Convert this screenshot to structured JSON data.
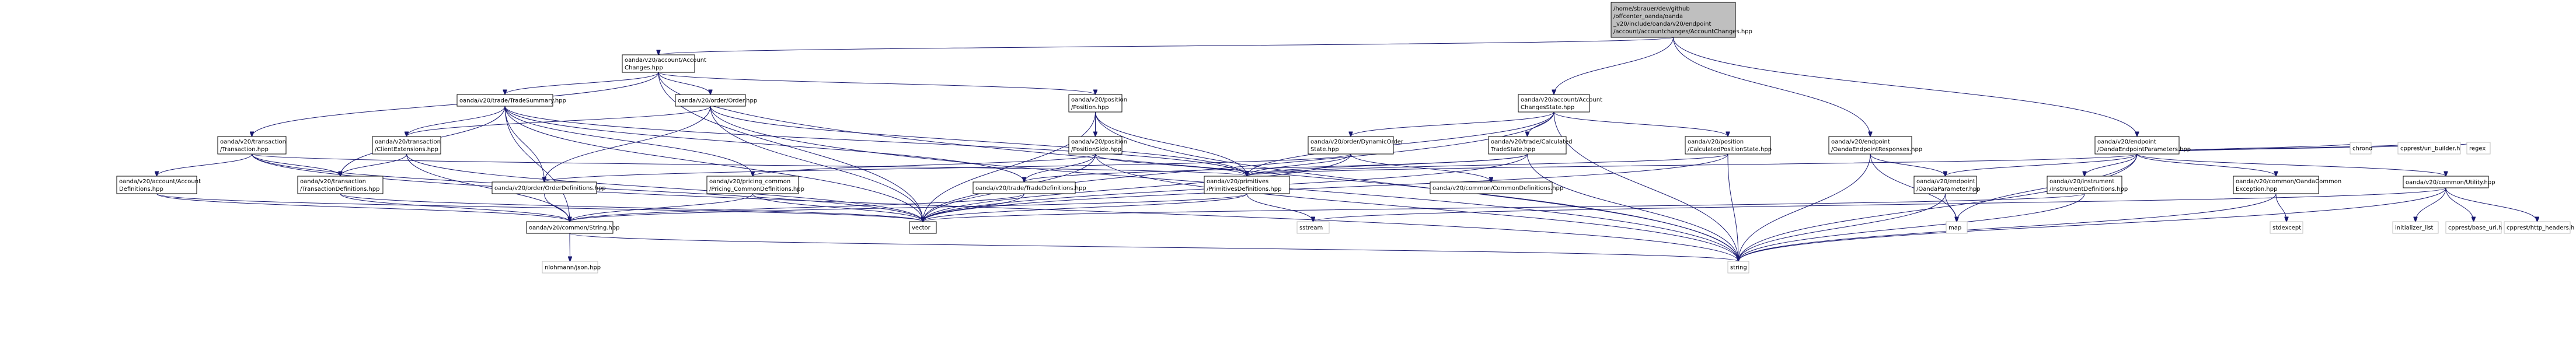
{
  "diagram": {
    "nodes": {
      "root": [
        "/home/sbrauer/dev/github",
        "/offcenter_oanda/oanda",
        "_v20/include/oanda/v20/endpoint",
        "/account/accountchanges/AccountChanges.hpp"
      ],
      "accountChanges": [
        "oanda/v20/account/Account",
        "Changes.hpp"
      ],
      "accountChangesState": [
        "oanda/v20/account/Account",
        "ChangesState.hpp"
      ],
      "endpointResponses": [
        "oanda/v20/endpoint",
        "/OandaEndpointResponses.hpp"
      ],
      "endpointParameters": [
        "oanda/v20/endpoint",
        "/OandaEndpointParameters.hpp"
      ],
      "tradeSummary": [
        "oanda/v20/trade/TradeSummary.hpp"
      ],
      "order": [
        "oanda/v20/order/Order.hpp"
      ],
      "position": [
        "oanda/v20/position",
        "/Position.hpp"
      ],
      "transaction": [
        "oanda/v20/transaction",
        "/Transaction.hpp"
      ],
      "clientExtensions": [
        "oanda/v20/transaction",
        "/ClientExtensions.hpp"
      ],
      "positionSide": [
        "oanda/v20/position",
        "/PositionSide.hpp"
      ],
      "dynamicOrderState": [
        "oanda/v20/order/DynamicOrder",
        "State.hpp"
      ],
      "calculatedTradeState": [
        "oanda/v20/trade/Calculated",
        "TradeState.hpp"
      ],
      "calculatedPositionState": [
        "oanda/v20/position",
        "/CalculatedPositionState.hpp"
      ],
      "accountDefinitions": [
        "oanda/v20/account/Account",
        "Definitions.hpp"
      ],
      "transactionDefinitions": [
        "oanda/v20/transaction",
        "/TransactionDefinitions.hpp"
      ],
      "orderDefinitions": [
        "oanda/v20/order/OrderDefinitions.hpp"
      ],
      "pricingCommon": [
        "oanda/v20/pricing_common",
        "/Pricing_CommonDefinitions.hpp"
      ],
      "tradeDefinitions": [
        "oanda/v20/trade/TradeDefinitions.hpp"
      ],
      "primitives": [
        "oanda/v20/primitives",
        "/PrimitivesDefinitions.hpp"
      ],
      "commonDefinitions": [
        "oanda/v20/common/CommonDefinitions.hpp"
      ],
      "oandaParameter": [
        "oanda/v20/endpoint",
        "/OandaParameter.hpp"
      ],
      "instrumentDefinitions": [
        "oanda/v20/instrument",
        "/InstrumentDefinitions.hpp"
      ],
      "commonException": [
        "oanda/v20/common/OandaCommon",
        "Exception.hpp"
      ],
      "utility": [
        "oanda/v20/common/Utility.hpp"
      ],
      "chrono": [
        "chrono"
      ],
      "uriBuilder": [
        "cpprest/uri_builder.h"
      ],
      "regex": [
        "regex"
      ],
      "stringHpp": [
        "oanda/v20/common/String.hpp"
      ],
      "vector": [
        "vector"
      ],
      "sstream": [
        "sstream"
      ],
      "map": [
        "map"
      ],
      "nlohmann": [
        "nlohmann/json.hpp"
      ],
      "string": [
        "string"
      ],
      "stdexcept": [
        "stdexcept"
      ],
      "initializerList": [
        "initializer_list"
      ],
      "baseUri": [
        "cpprest/base_uri.h"
      ],
      "httpHeaders": [
        "cpprest/http_headers.h"
      ]
    },
    "edges": [
      [
        "root",
        "accountChanges"
      ],
      [
        "root",
        "accountChangesState"
      ],
      [
        "root",
        "endpointResponses"
      ],
      [
        "root",
        "endpointParameters"
      ],
      [
        "accountChanges",
        "tradeSummary"
      ],
      [
        "accountChanges",
        "order"
      ],
      [
        "accountChanges",
        "position"
      ],
      [
        "accountChanges",
        "transaction"
      ],
      [
        "accountChanges",
        "vector"
      ],
      [
        "accountChanges",
        "string"
      ],
      [
        "tradeSummary",
        "clientExtensions"
      ],
      [
        "tradeSummary",
        "transactionDefinitions"
      ],
      [
        "tradeSummary",
        "orderDefinitions"
      ],
      [
        "tradeSummary",
        "pricingCommon"
      ],
      [
        "tradeSummary",
        "tradeDefinitions"
      ],
      [
        "tradeSummary",
        "primitives"
      ],
      [
        "tradeSummary",
        "stringHpp"
      ],
      [
        "tradeSummary",
        "vector"
      ],
      [
        "order",
        "clientExtensions"
      ],
      [
        "order",
        "orderDefinitions"
      ],
      [
        "order",
        "primitives"
      ],
      [
        "order",
        "vector"
      ],
      [
        "order",
        "string"
      ],
      [
        "position",
        "positionSide"
      ],
      [
        "position",
        "primitives"
      ],
      [
        "position",
        "vector"
      ],
      [
        "position",
        "string"
      ],
      [
        "transaction",
        "accountDefinitions"
      ],
      [
        "transaction",
        "transactionDefinitions"
      ],
      [
        "transaction",
        "primitives"
      ],
      [
        "transaction",
        "vector"
      ],
      [
        "transaction",
        "string"
      ],
      [
        "clientExtensions",
        "transactionDefinitions"
      ],
      [
        "clientExtensions",
        "stringHpp"
      ],
      [
        "clientExtensions",
        "vector"
      ],
      [
        "positionSide",
        "tradeDefinitions"
      ],
      [
        "positionSide",
        "pricingCommon"
      ],
      [
        "positionSide",
        "primitives"
      ],
      [
        "positionSide",
        "vector"
      ],
      [
        "positionSide",
        "string"
      ],
      [
        "accountChangesState",
        "dynamicOrderState"
      ],
      [
        "accountChangesState",
        "calculatedTradeState"
      ],
      [
        "accountChangesState",
        "calculatedPositionState"
      ],
      [
        "accountChangesState",
        "primitives"
      ],
      [
        "accountChangesState",
        "vector"
      ],
      [
        "accountChangesState",
        "string"
      ],
      [
        "dynamicOrderState",
        "orderDefinitions"
      ],
      [
        "dynamicOrderState",
        "primitives"
      ],
      [
        "dynamicOrderState",
        "commonDefinitions"
      ],
      [
        "dynamicOrderState",
        "vector"
      ],
      [
        "calculatedTradeState",
        "tradeDefinitions"
      ],
      [
        "calculatedTradeState",
        "primitives"
      ],
      [
        "calculatedTradeState",
        "vector"
      ],
      [
        "calculatedTradeState",
        "string"
      ],
      [
        "calculatedPositionState",
        "primitives"
      ],
      [
        "calculatedPositionState",
        "vector"
      ],
      [
        "calculatedPositionState",
        "string"
      ],
      [
        "accountDefinitions",
        "stringHpp"
      ],
      [
        "accountDefinitions",
        "vector"
      ],
      [
        "transactionDefinitions",
        "stringHpp"
      ],
      [
        "transactionDefinitions",
        "vector"
      ],
      [
        "orderDefinitions",
        "stringHpp"
      ],
      [
        "pricingCommon",
        "stringHpp"
      ],
      [
        "pricingCommon",
        "vector"
      ],
      [
        "tradeDefinitions",
        "stringHpp"
      ],
      [
        "tradeDefinitions",
        "vector"
      ],
      [
        "primitives",
        "stringHpp"
      ],
      [
        "primitives",
        "vector"
      ],
      [
        "primitives",
        "sstream"
      ],
      [
        "stringHpp",
        "nlohmann"
      ],
      [
        "stringHpp",
        "string"
      ],
      [
        "endpointResponses",
        "oandaParameter"
      ],
      [
        "endpointResponses",
        "map"
      ],
      [
        "endpointResponses",
        "string"
      ],
      [
        "endpointParameters",
        "oandaParameter"
      ],
      [
        "endpointParameters",
        "instrumentDefinitions"
      ],
      [
        "endpointParameters",
        "commonException"
      ],
      [
        "endpointParameters",
        "utility"
      ],
      [
        "endpointParameters",
        "primitives"
      ],
      [
        "endpointParameters",
        "chrono"
      ],
      [
        "endpointParameters",
        "uriBuilder"
      ],
      [
        "endpointParameters",
        "regex"
      ],
      [
        "endpointParameters",
        "map"
      ],
      [
        "endpointParameters",
        "string"
      ],
      [
        "oandaParameter",
        "map"
      ],
      [
        "oandaParameter",
        "string"
      ],
      [
        "instrumentDefinitions",
        "vector"
      ],
      [
        "instrumentDefinitions",
        "string"
      ],
      [
        "commonException",
        "stdexcept"
      ],
      [
        "commonException",
        "string"
      ],
      [
        "utility",
        "initializerList"
      ],
      [
        "utility",
        "baseUri"
      ],
      [
        "utility",
        "httpHeaders"
      ],
      [
        "utility",
        "sstream"
      ],
      [
        "utility",
        "string"
      ]
    ]
  }
}
